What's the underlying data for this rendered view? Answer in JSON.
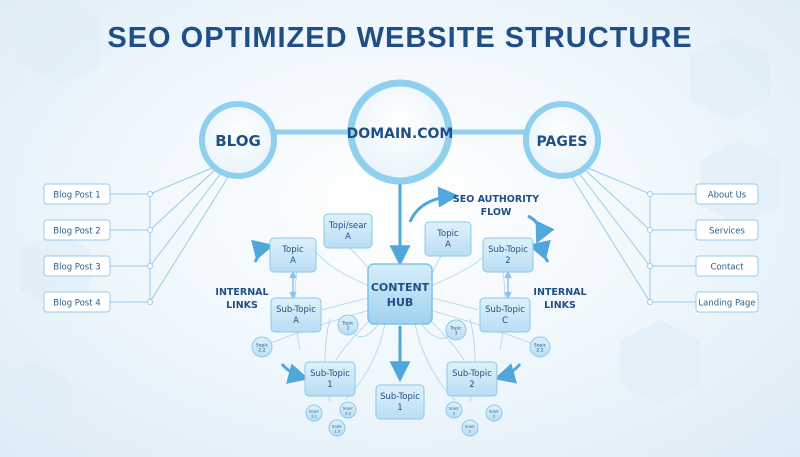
{
  "title": "SEO OPTIMIZED WEBSITE STRUCTURE",
  "colors": {
    "title": "#1f4f86",
    "line": "#8cc3e6",
    "circle_stroke": "#8fd0ee",
    "box_fill": "#cbe7f8",
    "box_stroke": "#8cc8ea",
    "arrow": "#4fa7dc"
  },
  "hubs": {
    "domain": "DOMAIN.COM",
    "blog": "BLOG",
    "pages": "PAGES"
  },
  "blog_posts": [
    "Blog Post 1",
    "Blog Post 2",
    "Blog Post 3",
    "Blog Post 4"
  ],
  "page_links": [
    "About Us",
    "Services",
    "Contact",
    "Landing Page"
  ],
  "content_hub": {
    "line1": "CONTENT",
    "line2": "HUB"
  },
  "seo_authority": {
    "line1": "SEO AUTHORITY",
    "line2": "FLOW"
  },
  "internal_links_left": {
    "line1": "INTERNAL",
    "line2": "LINKS"
  },
  "internal_links_right": {
    "line1": "INTERNAL",
    "line2": "LINKS"
  },
  "topic_boxes": [
    {
      "id": "topic-a-left",
      "line1": "Topic",
      "line2": "A"
    },
    {
      "id": "topicsear-a",
      "line1": "Topi/sear",
      "line2": "A"
    },
    {
      "id": "topic-a-right",
      "line1": "Topic",
      "line2": "A"
    },
    {
      "id": "sub-topic-2-top",
      "line1": "Sub-Topic",
      "line2": "2"
    },
    {
      "id": "sub-topic-a",
      "line1": "Sub-Topic",
      "line2": "A"
    },
    {
      "id": "sub-topic-c",
      "line1": "Sub-Topic",
      "line2": "C"
    },
    {
      "id": "sub-topic-1-left",
      "line1": "Sub-Topic",
      "line2": "1"
    },
    {
      "id": "sub-topic-1-bottom",
      "line1": "Sub-Topic",
      "line2": "1"
    },
    {
      "id": "sub-topic-2-bottom",
      "line1": "Sub-Topic",
      "line2": "2"
    }
  ],
  "small_nodes": [
    {
      "id": "n1",
      "line1": "Sopic",
      "line2": "2.2"
    },
    {
      "id": "n2",
      "line1": "Topic",
      "line2": "1"
    },
    {
      "id": "n3",
      "line1": "Topic",
      "line2": "3"
    },
    {
      "id": "n4",
      "line1": "Sopic",
      "line2": "2.2"
    },
    {
      "id": "n5",
      "line1": "Sopic",
      "line2": "3.1"
    },
    {
      "id": "n6",
      "line1": "Sopic",
      "line2": "3.2"
    },
    {
      "id": "n7",
      "line1": "Sopic",
      "line2": "1.3"
    },
    {
      "id": "n8",
      "line1": "Sopic",
      "line2": "2"
    },
    {
      "id": "n9",
      "line1": "Sopic",
      "line2": "1"
    },
    {
      "id": "n10",
      "line1": "Sopic",
      "line2": "2"
    }
  ]
}
